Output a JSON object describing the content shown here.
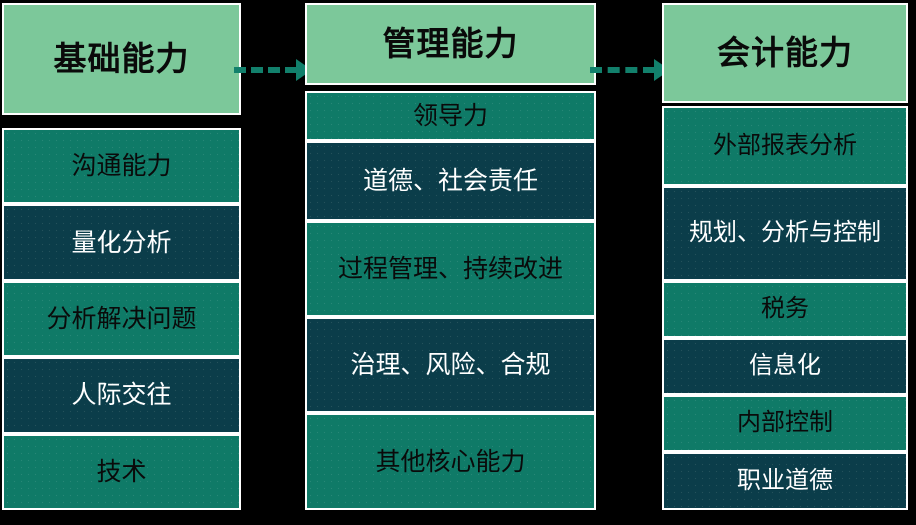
{
  "diagram": {
    "title": "",
    "colors": {
      "header_green": "#7cc89a",
      "row_teal": "#0f7a67",
      "row_dark_teal": "#0b3d4a",
      "arrow": "#12806c",
      "background": "#000000",
      "border": "#ffffff"
    },
    "columns": [
      {
        "id": "basic",
        "header": "基础能力",
        "rows": [
          {
            "label": "沟通能力",
            "tone": "light"
          },
          {
            "label": "量化分析",
            "tone": "dark"
          },
          {
            "label": "分析解决问题",
            "tone": "light"
          },
          {
            "label": "人际交往",
            "tone": "dark"
          },
          {
            "label": "技术",
            "tone": "light"
          }
        ]
      },
      {
        "id": "management",
        "header": "管理能力",
        "rows": [
          {
            "label": "领导力",
            "tone": "light"
          },
          {
            "label": "道德、社会责任",
            "tone": "dark"
          },
          {
            "label": "过程管理、持续改进",
            "tone": "light"
          },
          {
            "label": "治理、风险、合规",
            "tone": "dark"
          },
          {
            "label": "其他核心能力",
            "tone": "light"
          }
        ]
      },
      {
        "id": "accounting",
        "header": "会计能力",
        "rows": [
          {
            "label": "外部报表分析",
            "tone": "light"
          },
          {
            "label": "规划、分析与控制",
            "tone": "dark"
          },
          {
            "label": "税务",
            "tone": "light"
          },
          {
            "label": "信息化",
            "tone": "dark"
          },
          {
            "label": "内部控制",
            "tone": "light"
          },
          {
            "label": "职业道德",
            "tone": "dark"
          }
        ]
      }
    ],
    "connectors": [
      {
        "id": "basic-to-management",
        "style": "dashed-arrow",
        "direction": "right"
      },
      {
        "id": "management-to-accounting",
        "style": "dashed-arrow",
        "direction": "right"
      }
    ]
  }
}
